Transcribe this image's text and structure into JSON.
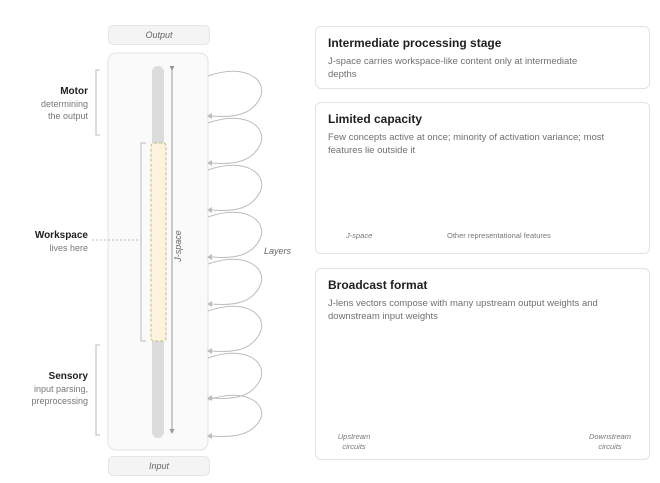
{
  "left": {
    "output_label": "Output",
    "input_label": "Input",
    "jspace_label": "J-space",
    "layers_label": "Layers",
    "motor": {
      "title": "Motor",
      "desc1": "determining",
      "desc2": "the output"
    },
    "workspace": {
      "title": "Workspace",
      "desc1": "lives here"
    },
    "sensory": {
      "title": "Sensory",
      "desc1": "input parsing,",
      "desc2": "preprocessing"
    }
  },
  "cards": {
    "intermediate": {
      "title": "Intermediate processing stage",
      "text1": "J-space carries workspace-like content only at intermediate",
      "text2": "depths"
    },
    "capacity": {
      "title": "Limited capacity",
      "text1": "Few concepts active at once; minority of activation variance; most",
      "text2": "features lie outside it",
      "jspace_caption": "J-space",
      "other_caption": "Other representational features"
    },
    "broadcast": {
      "title": "Broadcast format",
      "text1": "J-lens vectors compose with many upstream output weights and",
      "text2": "downstream input weights",
      "upstream1": "Upstream",
      "upstream2": "circuits",
      "downstream1": "Downstream",
      "downstream2": "circuits"
    }
  },
  "colors": {
    "accent_fill": "#fbf3dc",
    "accent_border": "#c9b78a",
    "dot_brown": "#a88a63",
    "dot_gray": "#b8b8b8"
  }
}
